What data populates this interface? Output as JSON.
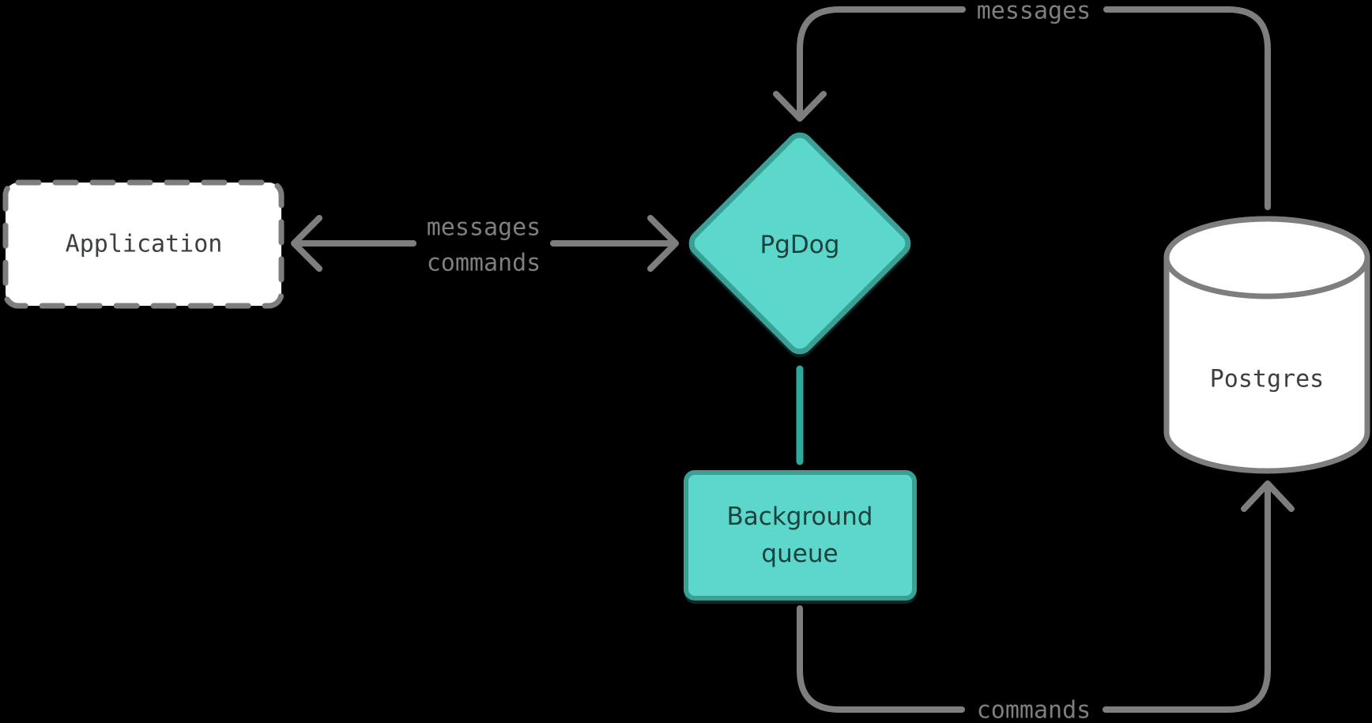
{
  "diagram": {
    "background": "#000000",
    "nodes": {
      "application": {
        "label": "Application",
        "shape": "dashed-rectangle"
      },
      "pgdog": {
        "label": "PgDog",
        "shape": "diamond"
      },
      "background_queue": {
        "label_line1": "Background",
        "label_line2": "queue",
        "shape": "rounded-rectangle"
      },
      "postgres": {
        "label": "Postgres",
        "shape": "cylinder"
      }
    },
    "edges": {
      "app_pgdog": {
        "label_line1": "messages",
        "label_line2": "commands",
        "between": [
          "application",
          "pgdog"
        ],
        "direction": "bidirectional"
      },
      "postgres_pgdog": {
        "label": "messages",
        "from": "postgres",
        "to": "pgdog"
      },
      "queue_postgres": {
        "label": "commands",
        "from": "background_queue",
        "to": "postgres"
      },
      "pgdog_queue": {
        "from": "pgdog",
        "to": "background_queue",
        "style": "teal-plain-line"
      }
    },
    "colors": {
      "edge_gray": "#7E7E7E",
      "edge_label_gray": "#7F7F7F",
      "node_fill_teal": "#5BD8CB",
      "node_border_teal": "#3AA096",
      "connector_teal": "#2FA89C",
      "text_dark": "#3B3F3E",
      "text_on_teal": "#1C403C",
      "node_fill_white": "#FFFFFF"
    }
  }
}
